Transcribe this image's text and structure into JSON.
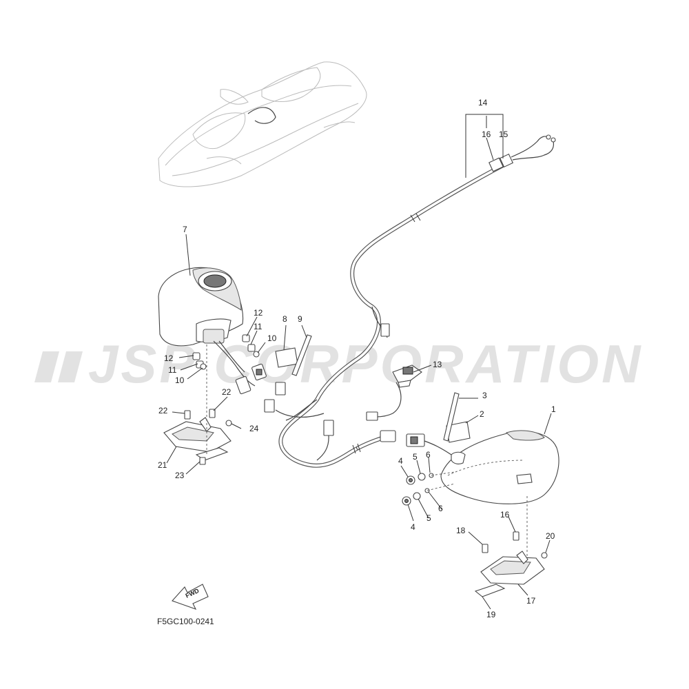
{
  "watermark": "JSP CORPORATION",
  "diagram_code": "F5GC100-0241",
  "fwd_label": "FWD",
  "labels": {
    "l1": "1",
    "l2": "2",
    "l3": "3",
    "l4a": "4",
    "l4b": "4",
    "l5a": "5",
    "l5b": "5",
    "l6a": "6",
    "l6b": "6",
    "l7": "7",
    "l8": "8",
    "l9": "9",
    "l10a": "10",
    "l10b": "10",
    "l11a": "11",
    "l11b": "11",
    "l12a": "12",
    "l12b": "12",
    "l13": "13",
    "l14": "14",
    "l15": "15",
    "l16a": "16",
    "l16b": "16",
    "l17": "17",
    "l18": "18",
    "l19": "19",
    "l20": "20",
    "l21": "21",
    "l22a": "22",
    "l22b": "22",
    "l23": "23",
    "l24": "24"
  }
}
